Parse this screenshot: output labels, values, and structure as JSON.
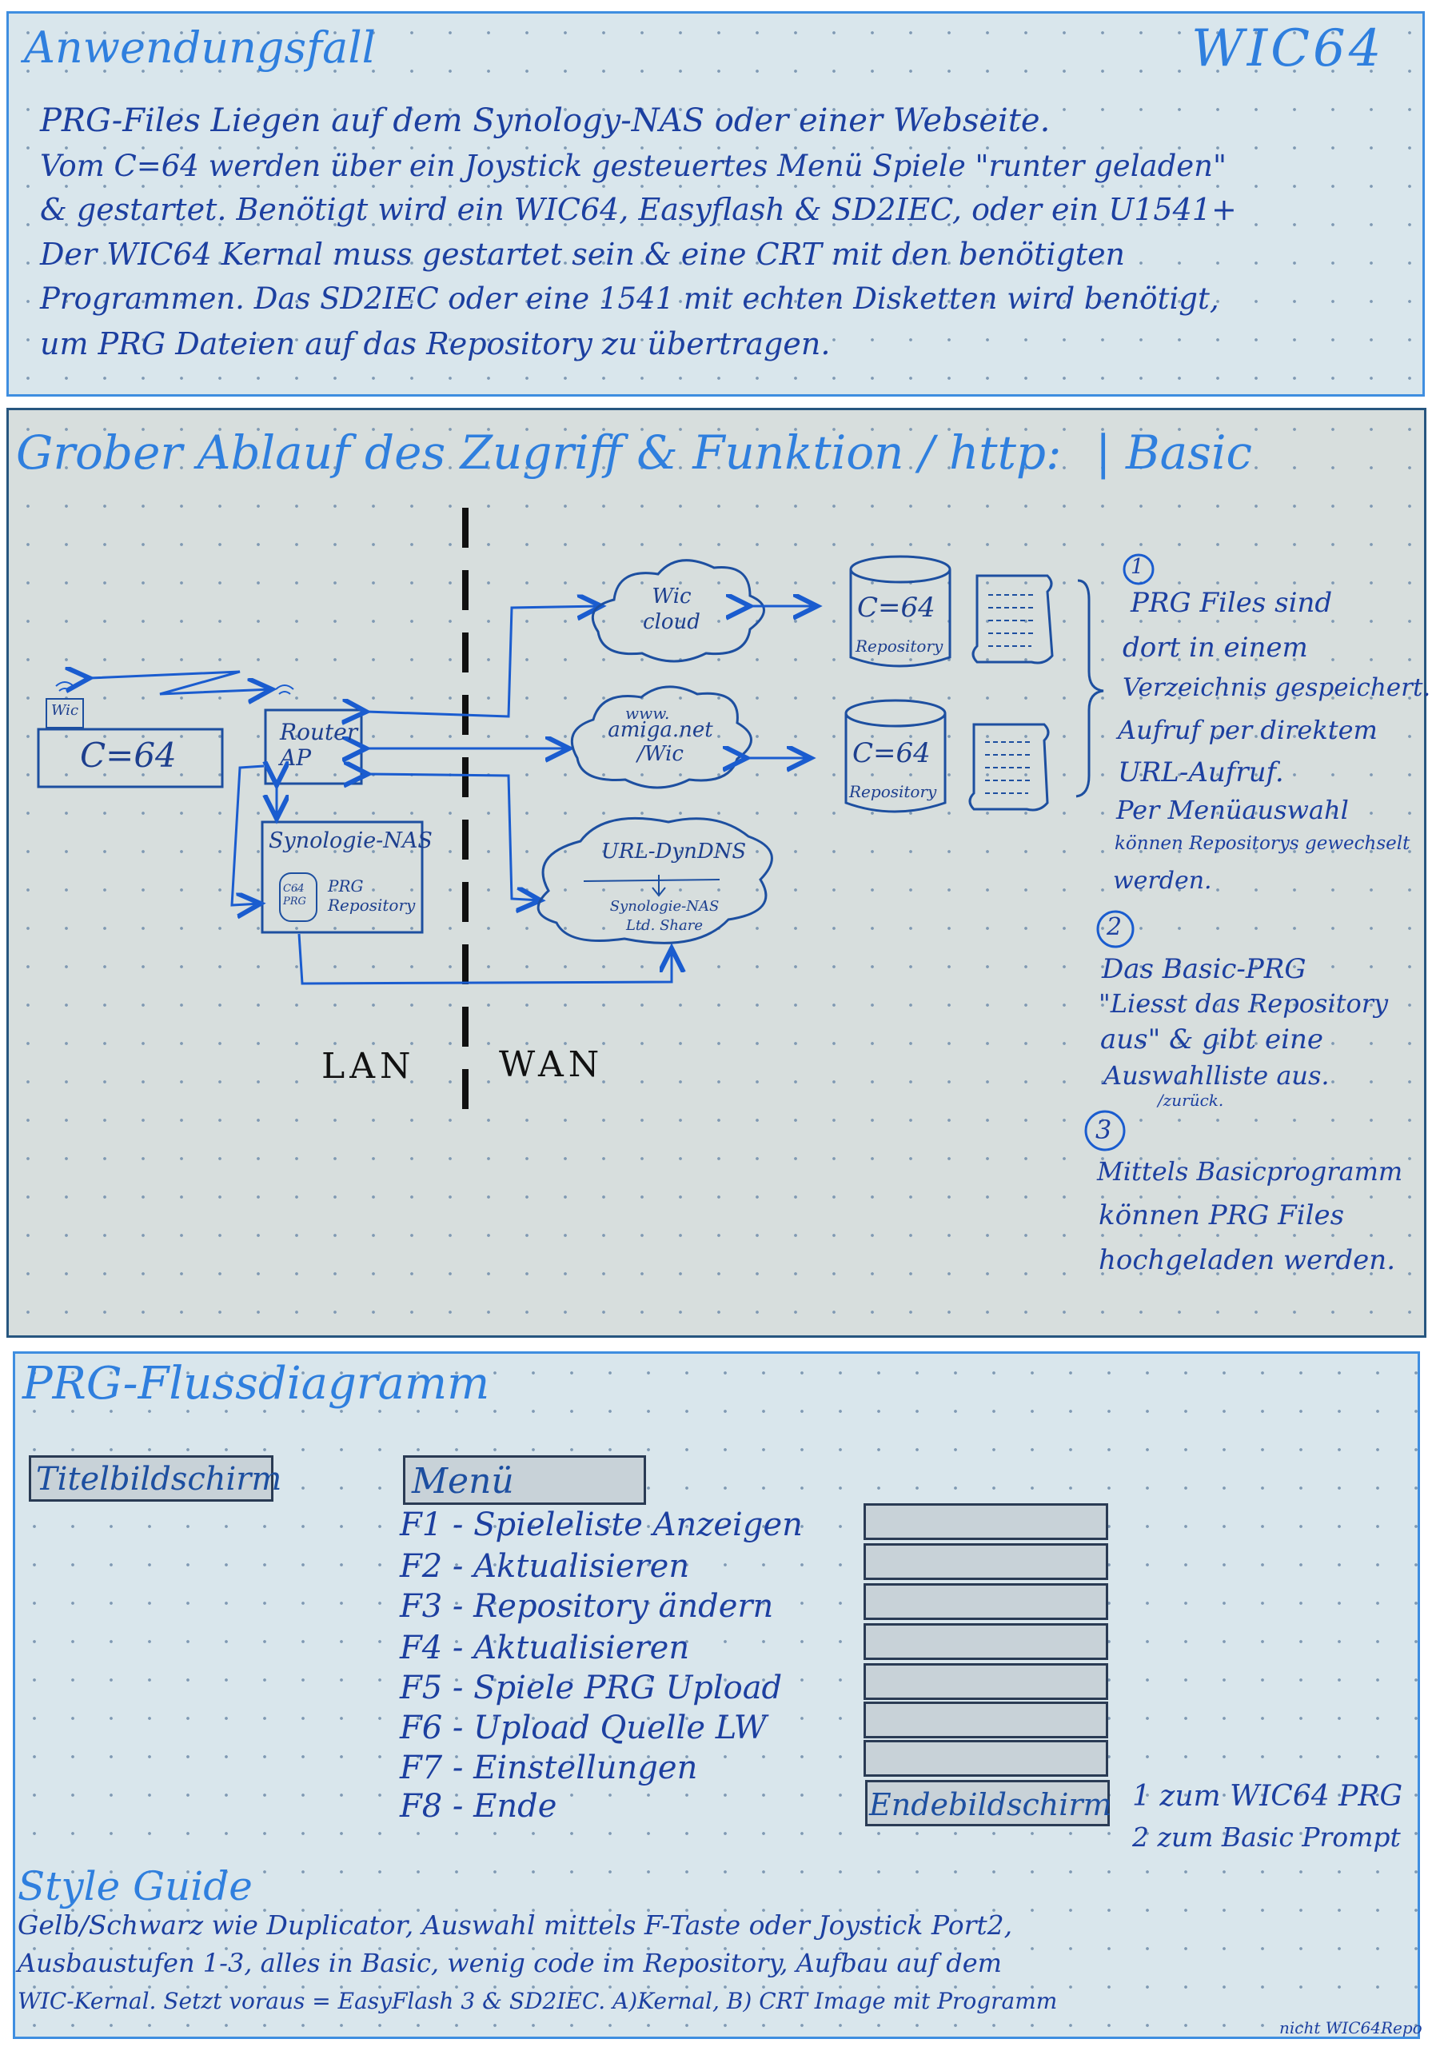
{
  "section1": {
    "title": "Anwendungsfall",
    "project": "WIC64",
    "lines": [
      "PRG-Files Liegen auf dem Synology-NAS oder einer Webseite.",
      "Vom C=64 werden über ein Joystick gesteuertes Menü Spiele \"runter geladen\"",
      "& gestartet. Benötigt wird ein WIC64, Easyflash & SD2IEC, oder ein U1541+",
      "Der WIC64 Kernal muss gestartet sein & eine CRT mit den benötigten",
      "Programmen. Das SD2IEC oder eine 1541 mit echten Disketten wird benötigt,",
      "um PRG Dateien auf das Repository zu übertragen."
    ]
  },
  "section2": {
    "title": "Grober Ablauf des Zugriff & Funktion / http:",
    "title_basic": "| Basic",
    "diagram": {
      "c64_label": "C=64",
      "wic_label": "Wic",
      "router_label": "Router AP",
      "nas_label": "Synologie-NAS",
      "nas_repo_icon": "C64 PRG",
      "nas_repo_label": "PRG Repository",
      "cloud1": "Wic cloud",
      "cloud2_top": "www.",
      "cloud2": "amiga.net /Wic",
      "cloud3_top": "URL-DynDNS",
      "cloud3_bottom": "Synologie-NAS Ltd. Share",
      "repo1_title": "C=64",
      "repo1_label": "Repository",
      "repo2_title": "C=64",
      "repo2_label": "Repository",
      "lan": "LAN",
      "wan": "WAN"
    },
    "notes": {
      "n1": "1",
      "n1_lines": [
        "PRG Files sind",
        "dort in einem",
        "Verzeichnis gespeichert.",
        "Aufruf per direktem",
        "URL-Aufruf.",
        "Per Menüauswahl",
        "können Repositorys gewechselt",
        "werden."
      ],
      "n2": "2",
      "n2_lines": [
        "Das Basic-PRG",
        "\"Liesst das Repository",
        "aus\" & gibt eine",
        "Auswahlliste aus.",
        "/zurück."
      ],
      "n3": "3",
      "n3_lines": [
        "Mittels Basicprogramm",
        "können PRG Files",
        "hochgeladen werden."
      ]
    }
  },
  "section3": {
    "title": "PRG-Flussdiagramm",
    "title_screen": "Titelbildschirm",
    "menu_label": "Menü",
    "menu_items": [
      "F1 - Spieleliste Anzeigen",
      "F2 - Aktualisieren",
      "F3 - Repository ändern",
      "F4 - Aktualisieren",
      "F5 - Spiele PRG Upload",
      "F6 - Upload Quelle LW",
      "F7 - Einstellungen",
      "F8 - Ende"
    ],
    "end_screen": "Endebildschirm",
    "end_options": [
      "1 zum WIC64 PRG",
      "2 zum Basic Prompt"
    ]
  },
  "style_guide": {
    "title": "Style Guide",
    "lines": [
      "Gelb/Schwarz wie Duplicator, Auswahl mittels F-Taste oder Joystick Port2,",
      "Ausbaustufen 1-3, alles in Basic, wenig code im Repository, Aufbau auf dem",
      "WIC-Kernal. Setzt voraus = EasyFlash 3 & SD2IEC. A)Kernal, B) CRT Image mit Programm"
    ],
    "footnote": "nicht WIC64Repo"
  },
  "colors": {
    "ink": "#1c3fa0",
    "heading": "#2f7fde",
    "panel_bg": "#d9e6ec",
    "gray_box": "#c8d2d8"
  }
}
